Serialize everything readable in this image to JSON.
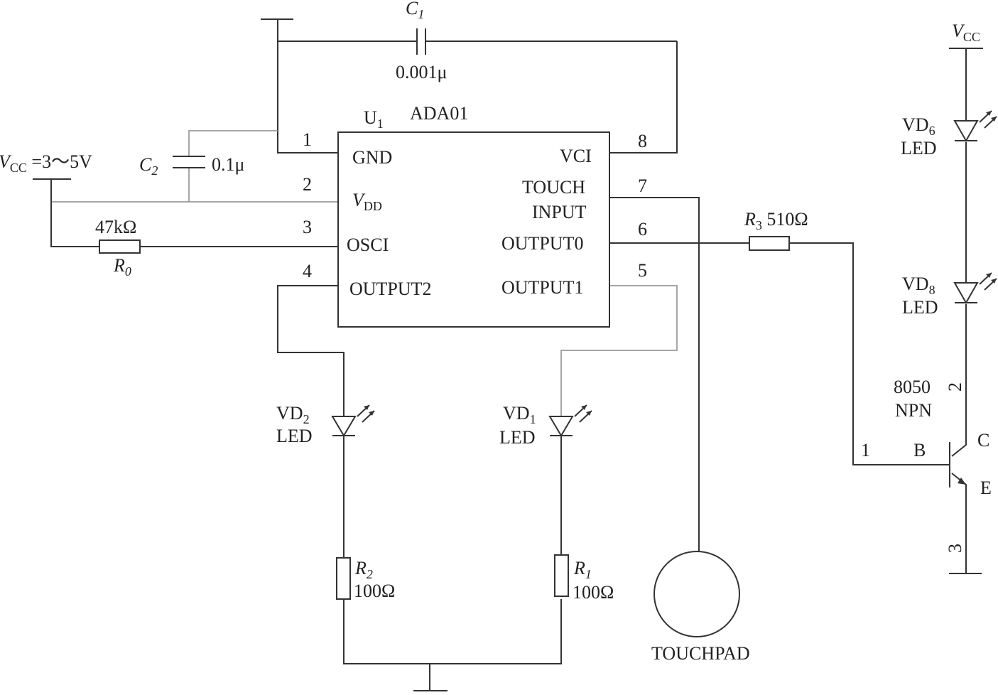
{
  "u1": {
    "ref": "U",
    "ref_sub": "1",
    "part": "ADA01"
  },
  "pins_left": {
    "p1": {
      "num": "1",
      "name": "GND"
    },
    "p2": {
      "num": "2",
      "name": "V",
      "name_sub": "DD"
    },
    "p3": {
      "num": "3",
      "name": "OSCI"
    },
    "p4": {
      "num": "4",
      "name": "OUTPUT2"
    }
  },
  "pins_right": {
    "p8": {
      "num": "8",
      "name": "VCI"
    },
    "p7": {
      "num": "7",
      "name1": "TOUCH",
      "name2": "INPUT"
    },
    "p6": {
      "num": "6",
      "name": "OUTPUT0"
    },
    "p5": {
      "num": "5",
      "name": "OUTPUT1"
    }
  },
  "c1": {
    "ref": "C",
    "ref_sub": "1",
    "value": "0.001μ"
  },
  "c2": {
    "ref": "C",
    "ref_sub": "2",
    "value": "0.1μ"
  },
  "supply": {
    "name": "V",
    "name_sub": "CC",
    "value": " =3～5V"
  },
  "r0": {
    "ref": "R",
    "ref_sub": "0",
    "value": "47kΩ"
  },
  "r1": {
    "ref": "R",
    "ref_sub": "1",
    "value": "100Ω"
  },
  "r2": {
    "ref": "R",
    "ref_sub": "2",
    "value": "100Ω"
  },
  "r3": {
    "ref": "R",
    "ref_sub": "3",
    "value": " 510Ω"
  },
  "vd1": {
    "ref": "VD",
    "ref_sub": "1",
    "type": "LED"
  },
  "vd2": {
    "ref": "VD",
    "ref_sub": "2",
    "type": "LED"
  },
  "vd6": {
    "ref": "VD",
    "ref_sub": "6",
    "type": "LED"
  },
  "vd8": {
    "ref": "VD",
    "ref_sub": "8",
    "type": "LED"
  },
  "vcc_right": {
    "name": "V",
    "name_sub": "CC"
  },
  "touchpad": {
    "label": "TOUCHPAD"
  },
  "transistor": {
    "part": "8050",
    "type": "NPN",
    "pin_b": "B",
    "pin_c": "C",
    "pin_e": "E",
    "num1": "1",
    "num2": "2",
    "num3": "3"
  }
}
